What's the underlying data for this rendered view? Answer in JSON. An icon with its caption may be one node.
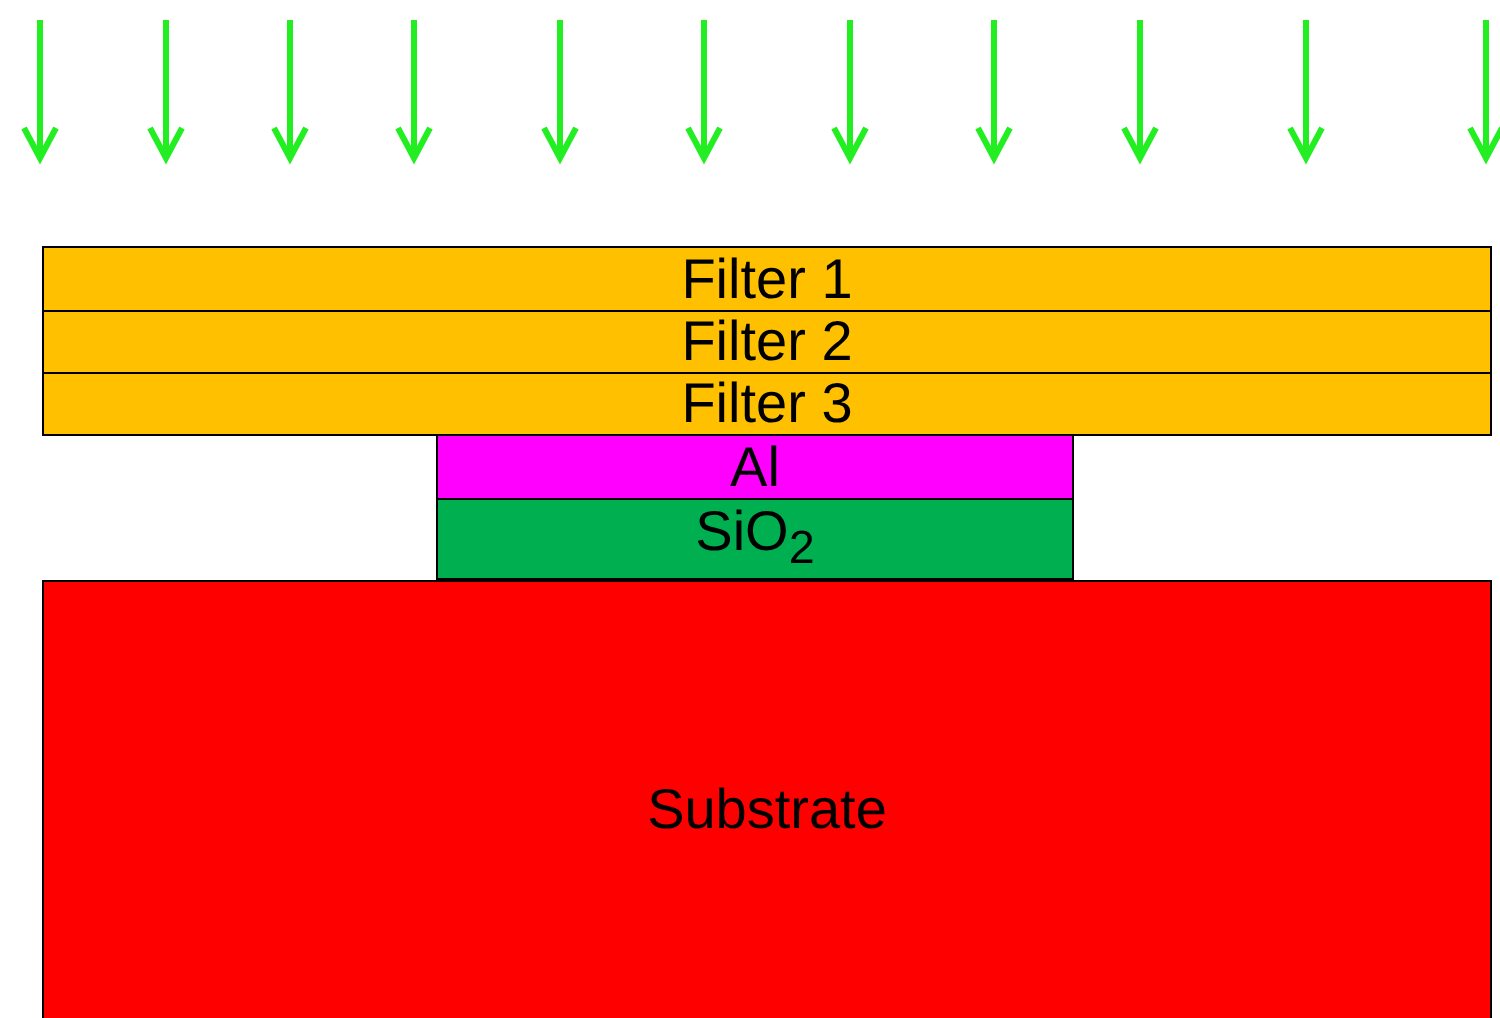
{
  "diagram": {
    "nodes": [
      {
        "text": [
          "Filter 1"
        ]
      },
      {
        "text": [
          "Filter 2"
        ]
      },
      {
        "text": [
          "Filter 3"
        ]
      },
      {
        "text": [
          "Al"
        ]
      },
      {
        "text": [
          "SiO$_{2}$"
        ]
      },
      {
        "text": [
          "Substrate"
        ]
      }
    ]
  }
}
